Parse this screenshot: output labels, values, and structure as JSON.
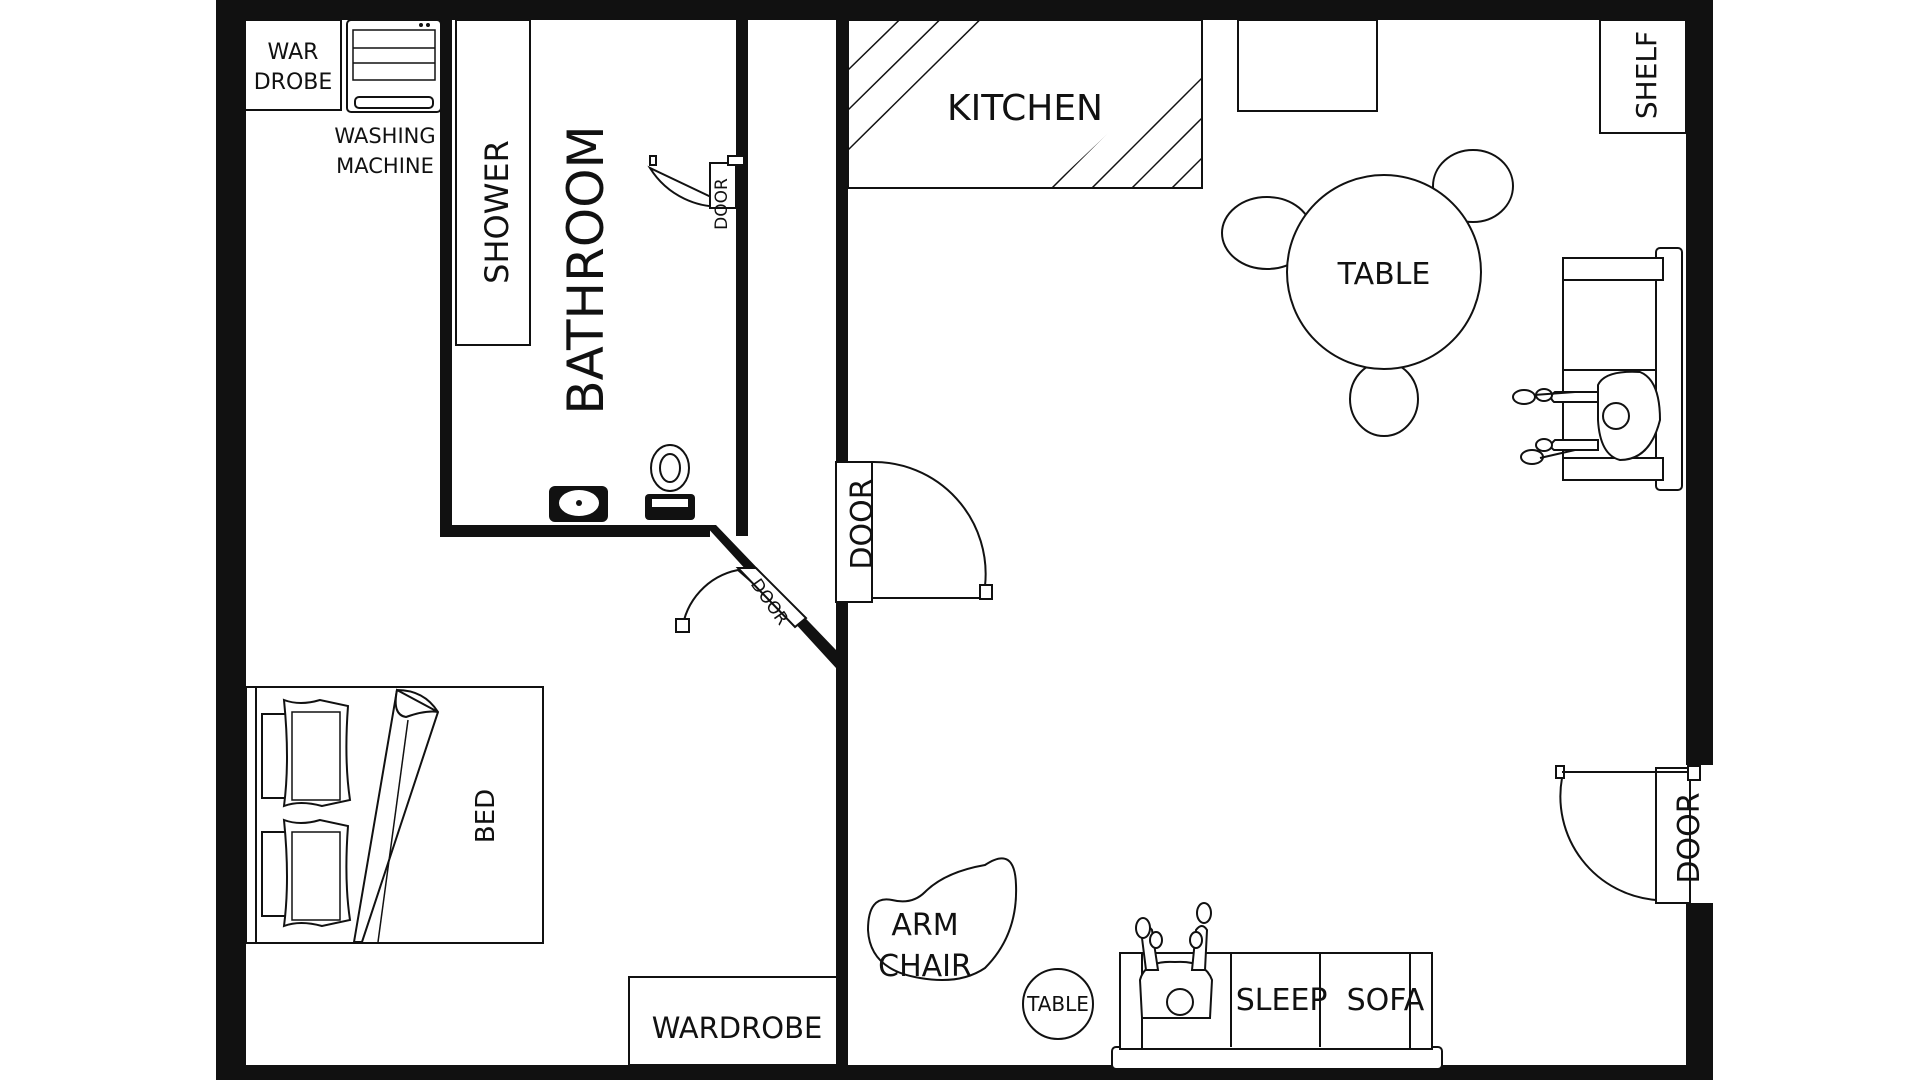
{
  "colors": {
    "wall": "#111111",
    "background": "#ffffff"
  },
  "labels": {
    "wardrobe_small": [
      "WAR",
      "DROBE"
    ],
    "washing_machine": [
      "WASHING",
      "MACHINE"
    ],
    "shower": "SHOWER",
    "bathroom": "BATHROOM",
    "door_bathroom": "DOOR",
    "door_hall": "DOOR",
    "door_bedroom": "DOOR",
    "door_entrance": "DOOR",
    "kitchen": "KITCHEN",
    "shelf": "SHELF",
    "table": "TABLE",
    "bed": "BED",
    "wardrobe": "WARDROBE",
    "armchair": [
      "ARM",
      "CHAIR"
    ],
    "side_table": "TABLE",
    "sleep_sofa": "SLEEP  SOFA"
  }
}
